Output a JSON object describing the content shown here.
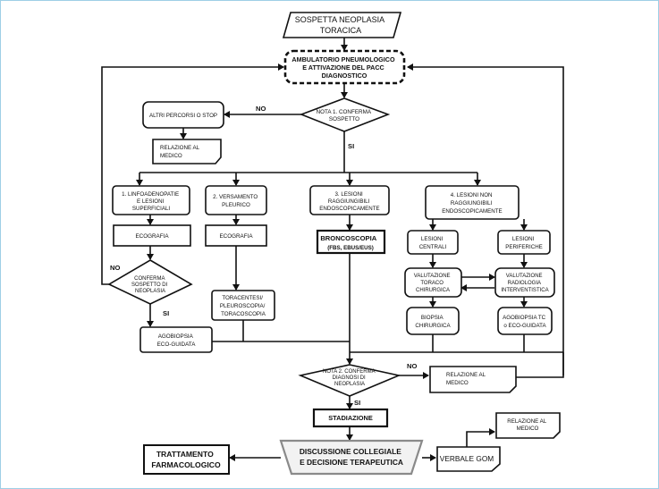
{
  "nodes": {
    "start": [
      "SOSPETTA NEOPLASIA",
      "TORACICA"
    ],
    "ambulatorio": [
      "AMBULATORIO PNEUMOLOGICO",
      "E ATTIVAZIONE DEL PACC",
      "DIAGNOSTICO"
    ],
    "nota1": [
      "NOTA 1. CONFERMA",
      "SOSPETTO"
    ],
    "altri": [
      "ALTRI PERCORSI O STOP"
    ],
    "relazione1": [
      "RELAZIONE AL",
      "MEDICO"
    ],
    "b1": [
      "1. LINFOADENOPATIE",
      "E LESIONI",
      "SUPERFICIALI"
    ],
    "b2": [
      "2. VERSAMENTO",
      "PLEURICO"
    ],
    "b3": [
      "3. LESIONI",
      "RAGGIUNGIBILI",
      "ENDOSCOPICAMENTE"
    ],
    "b4": [
      "4. LESIONI NON",
      "RAGGIUNGIBILI",
      "ENDOSCOPICAMENTE"
    ],
    "eco1": [
      "ECOGRAFIA"
    ],
    "eco2": [
      "ECOGRAFIA"
    ],
    "bronco": [
      "BRONCOSCOPIA",
      "(FBS, EBUS/EUS)"
    ],
    "lcentrali": [
      "LESIONI",
      "CENTRALI"
    ],
    "lperiferiche": [
      "LESIONI",
      "PERIFERICHE"
    ],
    "conferma": [
      "CONFERMA",
      "SOSPETTO DI",
      "NEOPLASIA"
    ],
    "toracentesi": [
      "TORACENTESI/",
      "PLEUROSCOPIA/",
      "TORACOSCOPIA"
    ],
    "valtoraco": [
      "VALUTAZIONE",
      "TORACO",
      "CHIRURGICA"
    ],
    "valradio": [
      "VALUTAZIONE",
      "RADIOLOGIA",
      "INTERVENTISTICA"
    ],
    "biopsia": [
      "BIOPSIA",
      "CHIRURGICA"
    ],
    "agotc": [
      "AGOBIOPSIA TC",
      "o ECO-GUIDATA"
    ],
    "agoeco": [
      "AGOBIOPSIA",
      "ECO-GUIDATA"
    ],
    "nota2": [
      "NOTA 2. CONFERMA",
      "DIAGNOSI DI",
      "NEOPLASIA"
    ],
    "relazione2": [
      "RELAZIONE AL",
      "MEDICO"
    ],
    "stadiazione": [
      "STADIAZIONE"
    ],
    "discussione": [
      "DISCUSSIONE COLLEGIALE",
      "E DECISIONE TERAPEUTICA"
    ],
    "trattamento": [
      "TRATTAMENTO",
      "FARMACOLOGICO"
    ],
    "verbale": [
      "VERBALE GOM"
    ],
    "relazione3": [
      "RELAZIONE AL",
      "MEDICO"
    ]
  },
  "labels": {
    "no1": "NO",
    "si1": "SI",
    "no2": "NO",
    "si2": "SI",
    "no3": "NO",
    "si3": "SI"
  }
}
